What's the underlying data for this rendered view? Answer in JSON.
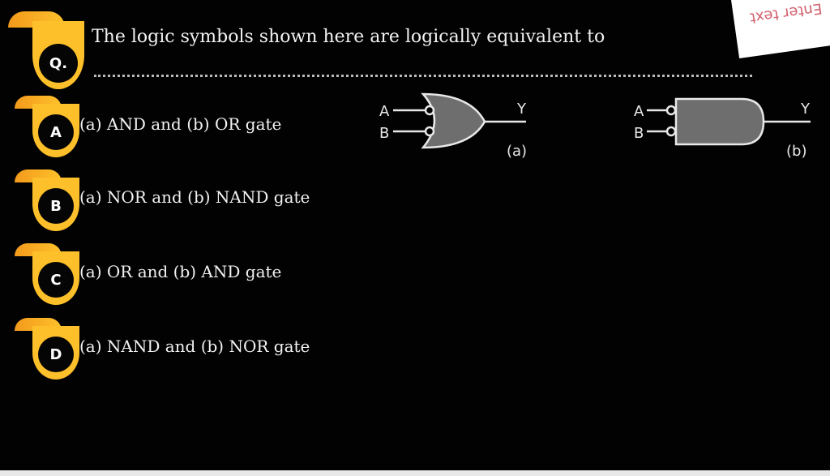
{
  "question": {
    "badge": "Q.",
    "text": "The logic symbols shown here are logically equivalent to"
  },
  "options": [
    {
      "badge": "A",
      "text": "(a) AND and (b) OR gate"
    },
    {
      "badge": "B",
      "text": "(a) NOR and (b) NAND gate"
    },
    {
      "badge": "C",
      "text": "(a) OR and (b) AND gate"
    },
    {
      "badge": "D",
      "text": "(a) NAND and (b) NOR gate"
    }
  ],
  "figure": {
    "gate_a": {
      "input1": "A",
      "input2": "B",
      "output": "Y",
      "caption": "(a)",
      "shape": "OR with inverted inputs"
    },
    "gate_b": {
      "input1": "A",
      "input2": "B",
      "output": "Y",
      "caption": "(b)",
      "shape": "AND with inverted inputs"
    }
  },
  "sticky_note": {
    "text": "Enter text"
  },
  "colors": {
    "badge_yellow": "#fdbf2a",
    "badge_orange": "#f39a1c",
    "gate_fill": "#6e6e6e",
    "note_text": "#d2606e"
  }
}
